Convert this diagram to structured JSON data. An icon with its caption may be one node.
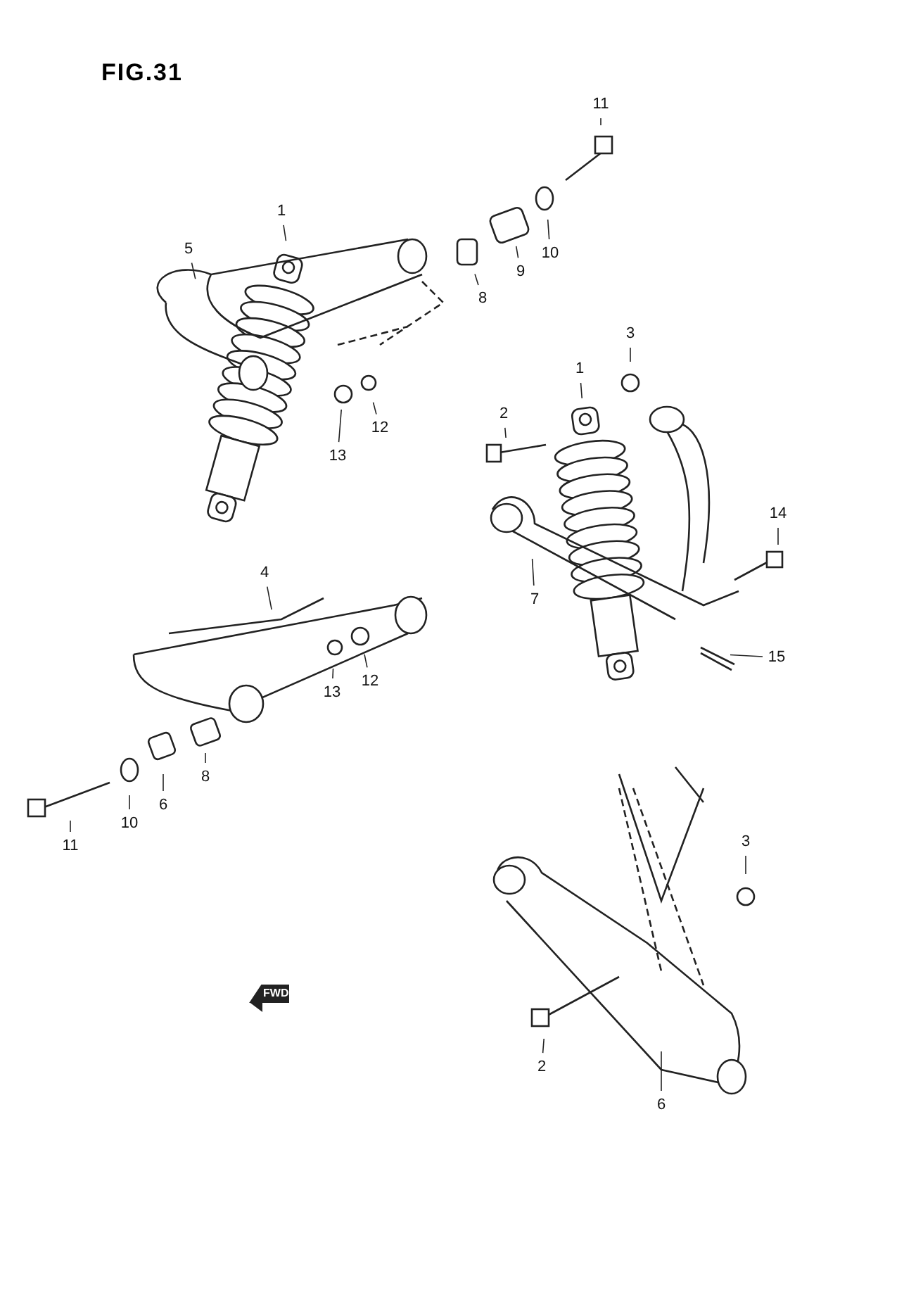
{
  "diagram": {
    "title": "FIG.31",
    "nodes": [
      {
        "text": [
          "11"
        ]
      },
      {
        "text": [
          "1"
        ]
      },
      {
        "text": [
          "5"
        ]
      },
      {
        "text": [
          "10"
        ]
      },
      {
        "text": [
          "9"
        ]
      },
      {
        "text": [
          "8"
        ]
      },
      {
        "text": [
          "3"
        ]
      },
      {
        "text": [
          "1"
        ]
      },
      {
        "text": [
          "2"
        ]
      },
      {
        "text": [
          "12"
        ]
      },
      {
        "text": [
          "13"
        ]
      },
      {
        "text": [
          "14"
        ]
      },
      {
        "text": [
          "4"
        ]
      },
      {
        "text": [
          "7"
        ]
      },
      {
        "text": [
          "15"
        ]
      },
      {
        "text": [
          "12"
        ]
      },
      {
        "text": [
          "13"
        ]
      },
      {
        "text": [
          "8"
        ]
      },
      {
        "text": [
          "6"
        ]
      },
      {
        "text": [
          "10"
        ]
      },
      {
        "text": [
          "3"
        ]
      },
      {
        "text": [
          "11"
        ]
      },
      {
        "text": [
          "2"
        ]
      },
      {
        "text": [
          "6"
        ]
      }
    ],
    "edges": [
      {
        "from": 0,
        "to": null,
        "arrow": "none"
      },
      {
        "from": 1,
        "to": null,
        "arrow": "none"
      },
      {
        "from": 2,
        "to": null,
        "arrow": "none"
      },
      {
        "from": 3,
        "to": null,
        "arrow": "none"
      },
      {
        "from": 4,
        "to": null,
        "arrow": "none"
      },
      {
        "from": 5,
        "to": null,
        "arrow": "none"
      },
      {
        "from": 6,
        "to": null,
        "arrow": "none"
      },
      {
        "from": 7,
        "to": null,
        "arrow": "none"
      },
      {
        "from": 8,
        "to": null,
        "arrow": "none"
      },
      {
        "from": 9,
        "to": null,
        "arrow": "none"
      },
      {
        "from": 10,
        "to": null,
        "arrow": "none"
      },
      {
        "from": 11,
        "to": null,
        "arrow": "none"
      },
      {
        "from": 12,
        "to": null,
        "arrow": "none"
      },
      {
        "from": 13,
        "to": null,
        "arrow": "none"
      },
      {
        "from": 14,
        "to": null,
        "arrow": "none"
      },
      {
        "from": 15,
        "to": null,
        "arrow": "none"
      },
      {
        "from": 16,
        "to": null,
        "arrow": "none"
      },
      {
        "from": 17,
        "to": null,
        "arrow": "none"
      },
      {
        "from": 18,
        "to": null,
        "arrow": "none"
      },
      {
        "from": 19,
        "to": null,
        "arrow": "none"
      },
      {
        "from": 20,
        "to": null,
        "arrow": "none"
      },
      {
        "from": 21,
        "to": null,
        "arrow": "none"
      },
      {
        "from": 22,
        "to": null,
        "arrow": "none"
      },
      {
        "from": 23,
        "to": null,
        "arrow": "none"
      }
    ],
    "labels": [
      "FWD"
    ]
  }
}
